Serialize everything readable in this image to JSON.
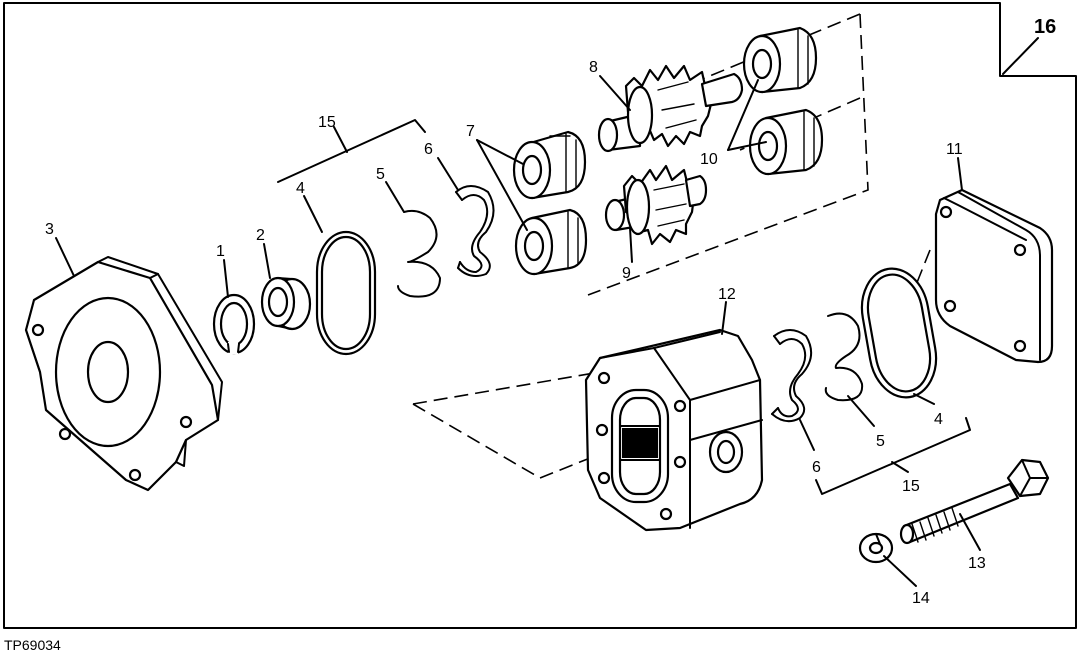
{
  "figure_id": "TP69034",
  "callouts": {
    "c1": "1",
    "c2": "2",
    "c3": "3",
    "c4a": "4",
    "c4b": "4",
    "c5a": "5",
    "c5b": "5",
    "c6a": "6",
    "c6b": "6",
    "c7": "7",
    "c8": "8",
    "c9": "9",
    "c10": "10",
    "c11": "11",
    "c12": "12",
    "c13": "13",
    "c14": "14",
    "c15a": "15",
    "c15b": "15",
    "c16": "16"
  }
}
